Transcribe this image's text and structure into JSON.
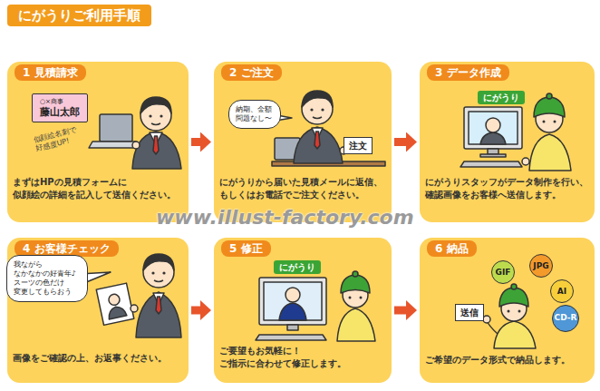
{
  "diagram": {
    "title": "にがうりご利用手順",
    "nodes": [
      {
        "text": [
          "1 見積請求",
          "まずはHPの見積フォームに 似顔絵の詳細を記入して送信ください。"
        ]
      },
      {
        "text": [
          "○×商事",
          "藤山太郎"
        ],
        "in": 0
      },
      {
        "text": [
          "2 ご注文",
          "にがうりから届いた見積メールに返信、 もしくはお電話でご注文ください。"
        ]
      },
      {
        "text": [
          "納期、金額 問題なし〜"
        ],
        "in": 2
      },
      {
        "text": [
          "注文"
        ],
        "in": 2
      },
      {
        "text": [
          "3 データ作成",
          "にがうりスタッフがデータ制作を行い、 確認画像をお客様へ送信します。"
        ]
      },
      {
        "text": [
          "にがうり"
        ],
        "in": 5
      },
      {
        "text": [
          "4 お客様チェック",
          "画像をご確認の上、お返事ください。"
        ]
      },
      {
        "text": [
          "我ながら なかなかの好青年♪ スーツの色だけ 変更してもらおう"
        ],
        "in": 7
      },
      {
        "text": [
          "5 修正",
          "ご要望もお気軽に！ ご指示に合わせて修正します。"
        ]
      },
      {
        "text": [
          "にがうり"
        ],
        "in": 9
      },
      {
        "text": [
          "6 納品",
          "ご希望のデータ形式で納品します。"
        ]
      },
      {
        "text": [
          "GIF"
        ],
        "in": 11
      },
      {
        "text": [
          "JPG"
        ],
        "in": 11
      },
      {
        "text": [
          "AI"
        ],
        "in": 11
      },
      {
        "text": [
          "CD-R"
        ],
        "in": 11
      },
      {
        "text": [
          "送信"
        ],
        "in": 11
      }
    ],
    "edges": [
      {
        "from": 0,
        "to": 2,
        "arrow": "to"
      },
      {
        "from": 2,
        "to": 5,
        "arrow": "to"
      },
      {
        "from": 7,
        "to": 9,
        "arrow": "to"
      },
      {
        "from": 9,
        "to": 11,
        "arrow": "to"
      }
    ],
    "labels": [
      "似顔絵名刺で 好感度UP!",
      "www.illust-factory.com"
    ]
  }
}
